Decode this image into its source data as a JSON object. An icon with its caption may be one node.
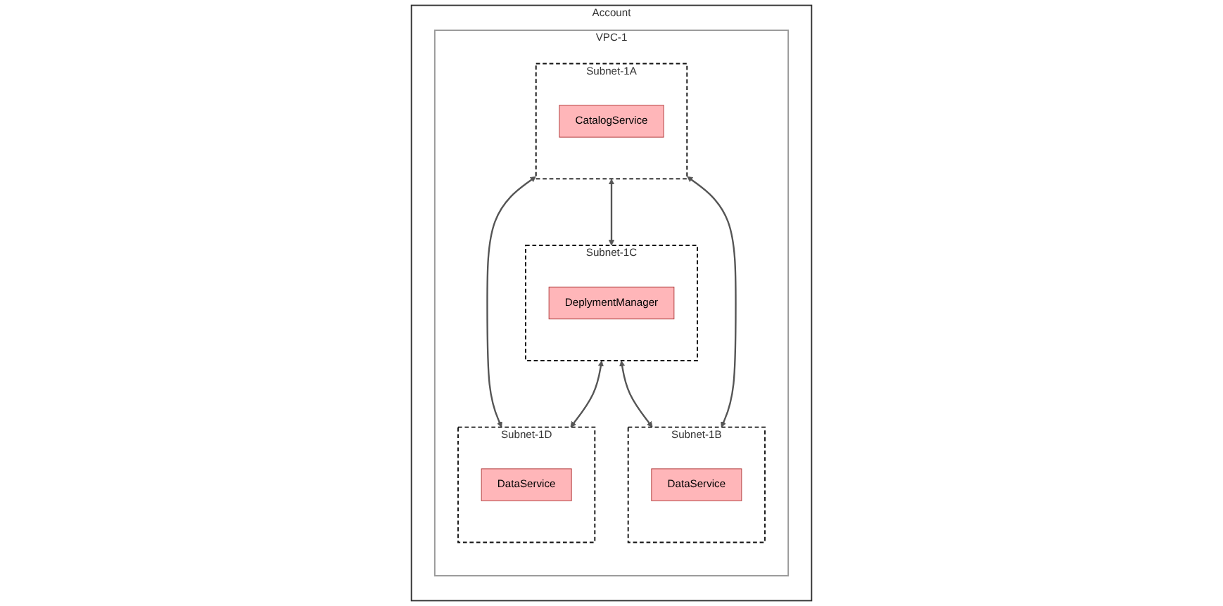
{
  "diagram": {
    "nodes": [
      {
        "text": [
          "Account"
        ]
      },
      {
        "text": [
          "VPC-1"
        ],
        "in": 0
      },
      {
        "text": [
          "Subnet-1A"
        ],
        "in": 1
      },
      {
        "text": [
          "CatalogService"
        ],
        "in": 2
      },
      {
        "text": [
          "Subnet-1C"
        ],
        "in": 1
      },
      {
        "text": [
          "DeplymentManager"
        ],
        "in": 4
      },
      {
        "text": [
          "Subnet-1B"
        ],
        "in": 1
      },
      {
        "text": [
          "DataService"
        ],
        "in": 6
      },
      {
        "text": [
          "Subnet-1D"
        ],
        "in": 1
      },
      {
        "text": [
          "DataService"
        ],
        "in": 8
      }
    ],
    "edges": [
      {
        "from": 2,
        "to": 4,
        "arrow": "both"
      },
      {
        "from": 2,
        "to": 6,
        "arrow": "both"
      },
      {
        "from": 4,
        "to": 8,
        "arrow": "both"
      },
      {
        "from": 2,
        "to": 8,
        "arrow": "both"
      },
      {
        "from": 4,
        "to": 6,
        "arrow": "both"
      }
    ]
  }
}
